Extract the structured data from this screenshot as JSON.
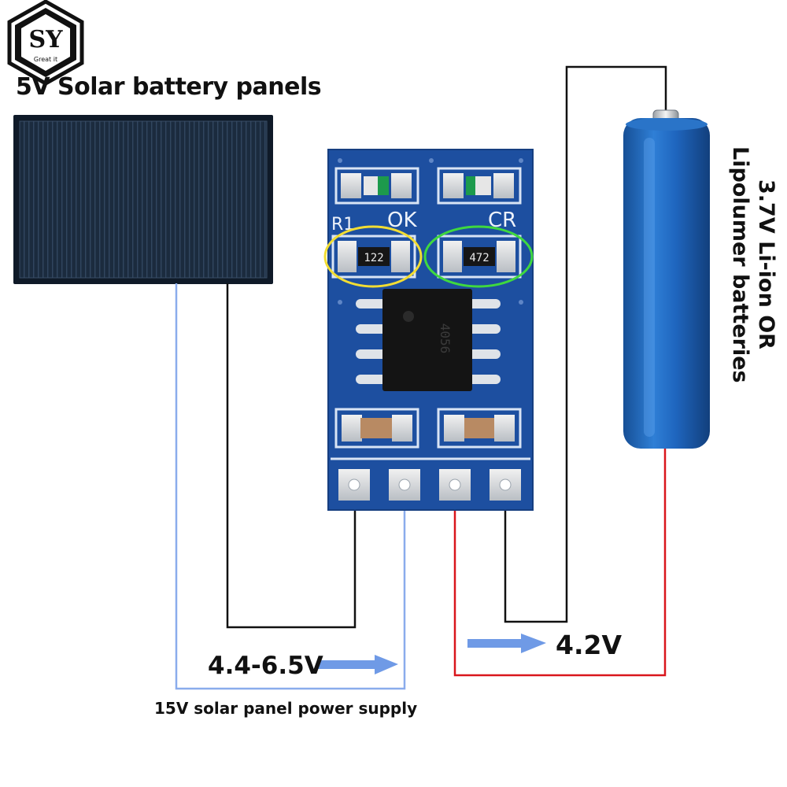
{
  "logo": {
    "mark": "SY",
    "tagline": "Great it"
  },
  "panel": {
    "title": "5V Solar battery panels"
  },
  "board": {
    "led_labels": [
      "R1",
      "OK",
      "CR"
    ],
    "resistor_codes": [
      "122",
      "472"
    ],
    "ic_marking": "4056"
  },
  "battery": {
    "caption_line1": "3.7V Li-ion OR",
    "caption_line2": "Lipolumer batteries"
  },
  "voltages": {
    "input": "4.4-6.5V",
    "output": "4.2V"
  },
  "supply": {
    "caption": "15V solar panel power supply"
  },
  "colors": {
    "wire_black": "#111111",
    "wire_blue": "#8aacec",
    "wire_red": "#d9161c",
    "arrow": "#6f9ae6",
    "pcb": "#1d4fa0",
    "battery": "#1e63b8",
    "highlight_yellow": "#f2dd33",
    "highlight_green": "#3fd83f"
  }
}
